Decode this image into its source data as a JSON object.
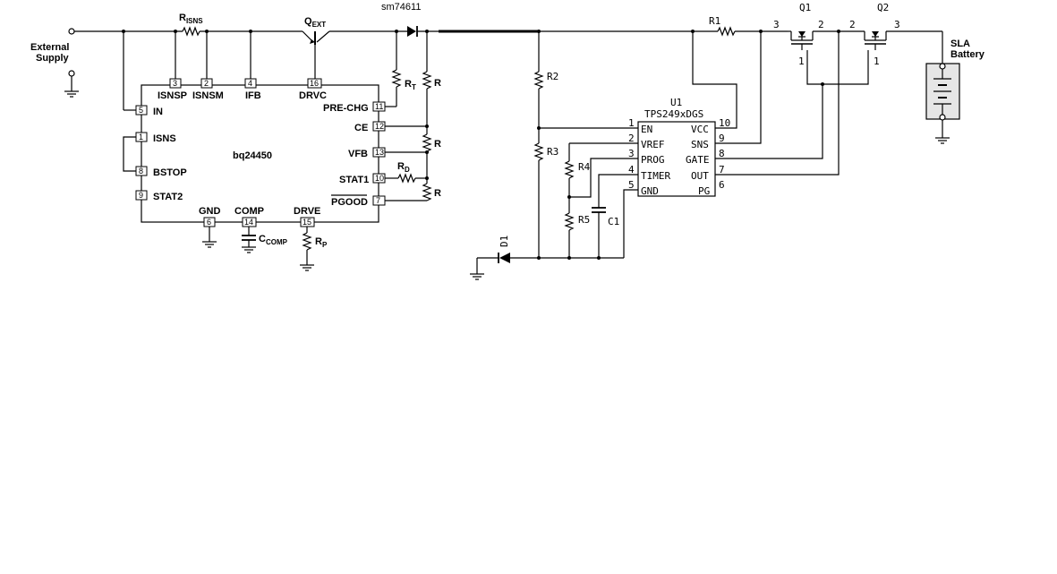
{
  "title": "sm74611",
  "left": {
    "supply": [
      "External",
      "Supply"
    ],
    "rsense": {
      "main": "R",
      "sub": "ISNS"
    },
    "qext": {
      "main": "Q",
      "sub": "EXT"
    },
    "rt": {
      "main": "R",
      "sub": "T"
    },
    "rd": {
      "main": "R",
      "sub": "D"
    },
    "ccomp": {
      "main": "C",
      "sub": "COMP"
    },
    "rp": {
      "main": "R",
      "sub": "P"
    },
    "r_trunc": "R",
    "ic": "bq24450",
    "pins": {
      "isnsp": {
        "num": "3",
        "name": "ISNSP"
      },
      "isnsm": {
        "num": "2",
        "name": "ISNSM"
      },
      "ifb": {
        "num": "4",
        "name": "IFB"
      },
      "drvc": {
        "num": "16",
        "name": "DRVC"
      },
      "in": {
        "num": "5",
        "name": "IN"
      },
      "isns": {
        "num": "1",
        "name": "ISNS"
      },
      "bstop": {
        "num": "8",
        "name": "BSTOP"
      },
      "stat2": {
        "num": "9",
        "name": "STAT2"
      },
      "gnd": {
        "num": "6",
        "name": "GND"
      },
      "comp": {
        "num": "14",
        "name": "COMP"
      },
      "drve": {
        "num": "15",
        "name": "DRVE"
      },
      "prechg": {
        "num": "11",
        "name": "PRE-CHG"
      },
      "ce": {
        "num": "12",
        "name": "CE"
      },
      "vfb": {
        "num": "13",
        "name": "VFB"
      },
      "stat1": {
        "num": "10",
        "name": "STAT1"
      },
      "pgood": {
        "num": "7",
        "name": "PGOOD"
      }
    }
  },
  "right": {
    "r1": "R1",
    "r2": "R2",
    "r3": "R3",
    "r4": "R4",
    "r5": "R5",
    "c1": "C1",
    "d1": "D1",
    "q1": "Q1",
    "q2": "Q2",
    "q1_pins": [
      "3",
      "2",
      "1"
    ],
    "q2_pins": [
      "2",
      "3",
      "1"
    ],
    "battery": [
      "SLA",
      "Battery"
    ],
    "u1": {
      "ref": "U1",
      "part": "TPS249xDGS"
    },
    "u1_pins": [
      {
        "num": "1",
        "name": "EN"
      },
      {
        "num": "2",
        "name": "VREF"
      },
      {
        "num": "3",
        "name": "PROG"
      },
      {
        "num": "4",
        "name": "TIMER"
      },
      {
        "num": "5",
        "name": "GND"
      },
      {
        "num": "10",
        "name": "VCC"
      },
      {
        "num": "9",
        "name": "SNS"
      },
      {
        "num": "8",
        "name": "GATE"
      },
      {
        "num": "7",
        "name": "OUT"
      },
      {
        "num": "6",
        "name": "PG"
      }
    ]
  }
}
